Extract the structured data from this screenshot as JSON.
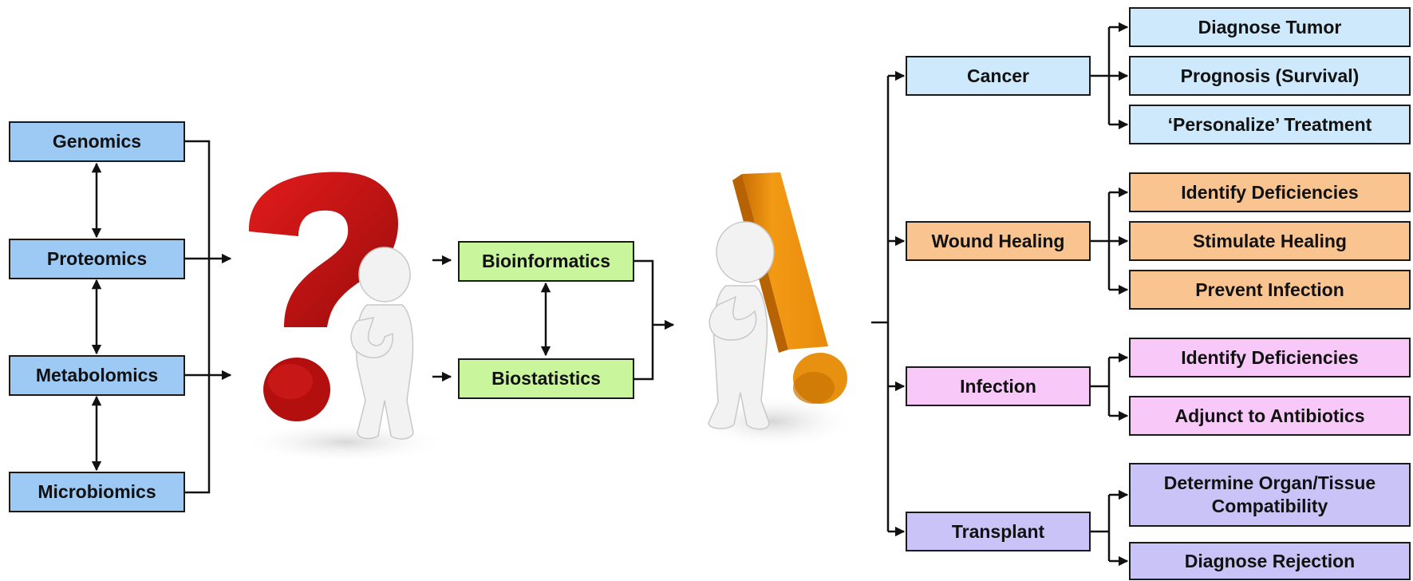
{
  "colors": {
    "omics": "#9dc9f5",
    "analysis": "#c9f59d",
    "cancer": "#cde9fb",
    "wound": "#f9c48f",
    "infection": "#f8c8f8",
    "transplant": "#c9c3f7",
    "question_mark": "#cc1111",
    "exclamation_mark": "#f0920e",
    "lines": "#111111"
  },
  "omics": [
    "Genomics",
    "Proteomics",
    "Metabolomics",
    "Microbiomics"
  ],
  "analysis": [
    "Bioinformatics",
    "Biostatistics"
  ],
  "icons": [
    "question-mark-figure",
    "exclamation-mark-figure"
  ],
  "applications": [
    {
      "name": "Cancer",
      "subs": [
        "Diagnose Tumor",
        "Prognosis (Survival)",
        "‘Personalize’ Treatment"
      ]
    },
    {
      "name": "Wound Healing",
      "subs": [
        "Identify Deficiencies",
        "Stimulate Healing",
        "Prevent Infection"
      ]
    },
    {
      "name": "Infection",
      "subs": [
        "Identify Deficiencies",
        "Adjunct to Antibiotics"
      ]
    },
    {
      "name": "Transplant",
      "subs": [
        "Determine Organ/Tissue Compatibility",
        "Diagnose Rejection"
      ]
    }
  ]
}
